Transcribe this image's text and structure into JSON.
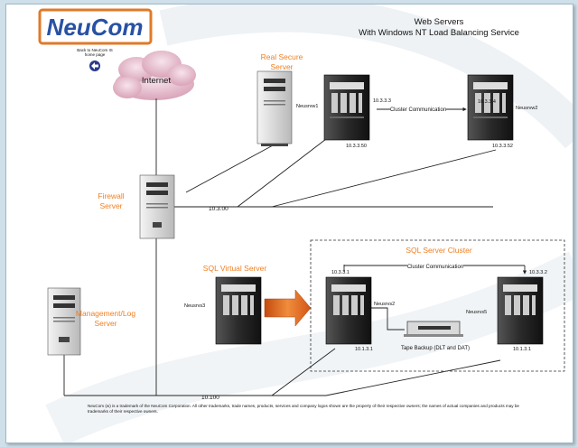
{
  "logo": {
    "text": "NeuCom"
  },
  "home_link": {
    "line1": "Back to NeuCom IS",
    "line2": "home page"
  },
  "title": {
    "line1": "Web Servers",
    "line2": "With Windows NT Load Balancing Service"
  },
  "labels": {
    "internet": "Internet",
    "realsecure_1": "Real Secure",
    "realsecure_2": "Server",
    "firewall_1": "Firewall",
    "firewall_2": "Server",
    "sqlvirtual": "SQL Virtual Server",
    "mgmt_1": "Management/Log",
    "mgmt_2": "Server",
    "sqlcluster": "SQL Server Cluster"
  },
  "hosts": {
    "web1": "Neusrvw1",
    "web1_ip_top": "10.3.3.3",
    "web1_ip_bot": "10.3.3.50",
    "web2": "Neusrvw2",
    "web2_ip_top": "10.3.3.4",
    "web2_ip_bot": "10.3.3.52",
    "cluster_comm_1": "Cluster Communication",
    "sqlv": "Neusrvs3",
    "sql1": "Neusrvs2",
    "sql1_ip_top": "10.3.3.1",
    "sql1_ip_bot": "10.1.3.1",
    "sql2": "Neusrvs5",
    "sql2_ip_top": "10.3.3.2",
    "sql2_ip_bot": "10.1.3.1",
    "cluster_comm_2": "Cluster Communication"
  },
  "networks": {
    "net1": "10.3.00",
    "net2": "10.100"
  },
  "tape": "Tape Backup (DLT and DAT)",
  "footer": "NeuCom (w) is a trademark of the NeuCom Corporation. All other trademarks, trade names, products, services and company logos shown are the property of their respective owners; the names of actual companies and products may be trademarks of their respective owners."
}
